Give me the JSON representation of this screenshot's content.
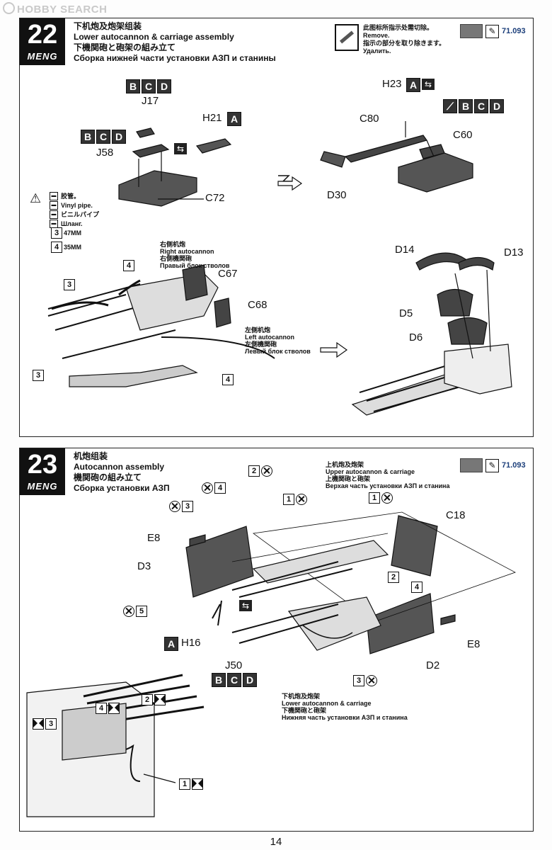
{
  "watermark": "HOBBY SEARCH",
  "brand": "MENG",
  "page_number": "14",
  "paint": {
    "code": "71.093",
    "swatch_color": "#777777"
  },
  "notice": {
    "zh": "此图标所指示处需切除。",
    "en": "Remove.",
    "ja": "指示の部分を取り除きます。",
    "ru": "Удалить."
  },
  "step22": {
    "number": "22",
    "title_zh": "下机炮及炮架组装",
    "title_en": "Lower autocannon & carriage assembly",
    "title_ja": "下機関砲と砲架の組み立て",
    "title_ru": "Сборка нижней части установки АЗП и станины",
    "legend": {
      "zh": "胶管。",
      "en": "Vinyl pipe.",
      "ja": "ビニルパイプ",
      "ru": "Шланг.",
      "opt3": "47MM",
      "opt4": "35MM"
    },
    "labels": {
      "j17": "J17",
      "j58": "J58",
      "h21": "H21",
      "c72": "C72",
      "h23": "H23",
      "c80": "C80",
      "c60": "C60",
      "d30": "D30",
      "c67": "C67",
      "c68": "C68",
      "d14": "D14",
      "d13": "D13",
      "d5": "D5",
      "d6": "D6"
    },
    "right": {
      "zh": "右侧机炮",
      "en": "Right autocannon",
      "ja": "右側機関砲",
      "ru": "Правый блок стволов"
    },
    "left": {
      "zh": "左侧机炮",
      "en": "Left autocannon",
      "ja": "左側機関砲",
      "ru": "Левый блок стволов"
    },
    "box_a": "A",
    "box_b": "B",
    "box_c": "C",
    "box_d": "D",
    "n3": "3",
    "n4": "4"
  },
  "step23": {
    "number": "23",
    "title_zh": "机炮组装",
    "title_en": "Autocannon assembly",
    "title_ja": "機関砲の組み立て",
    "title_ru": "Сборка установки АЗП",
    "upper": {
      "zh": "上机炮及炮架",
      "en": "Upper autocannon & carriage",
      "ja": "上機関砲と砲架",
      "ru": "Верхая часть установки АЗП и станина"
    },
    "lower": {
      "zh": "下机炮及炮架",
      "en": "Lower autocannon & carriage",
      "ja": "下機関砲と砲架",
      "ru": "Нижняя часть установки АЗП и станина"
    },
    "labels": {
      "e8a": "E8",
      "d3": "D3",
      "h16": "H16",
      "j50": "J50",
      "c18": "C18",
      "e8b": "E8",
      "d2": "D2"
    },
    "n1": "1",
    "n2": "2",
    "n3": "3",
    "n4": "4",
    "n5": "5",
    "box_a": "A",
    "box_b": "B",
    "box_c": "C",
    "box_d": "D"
  }
}
